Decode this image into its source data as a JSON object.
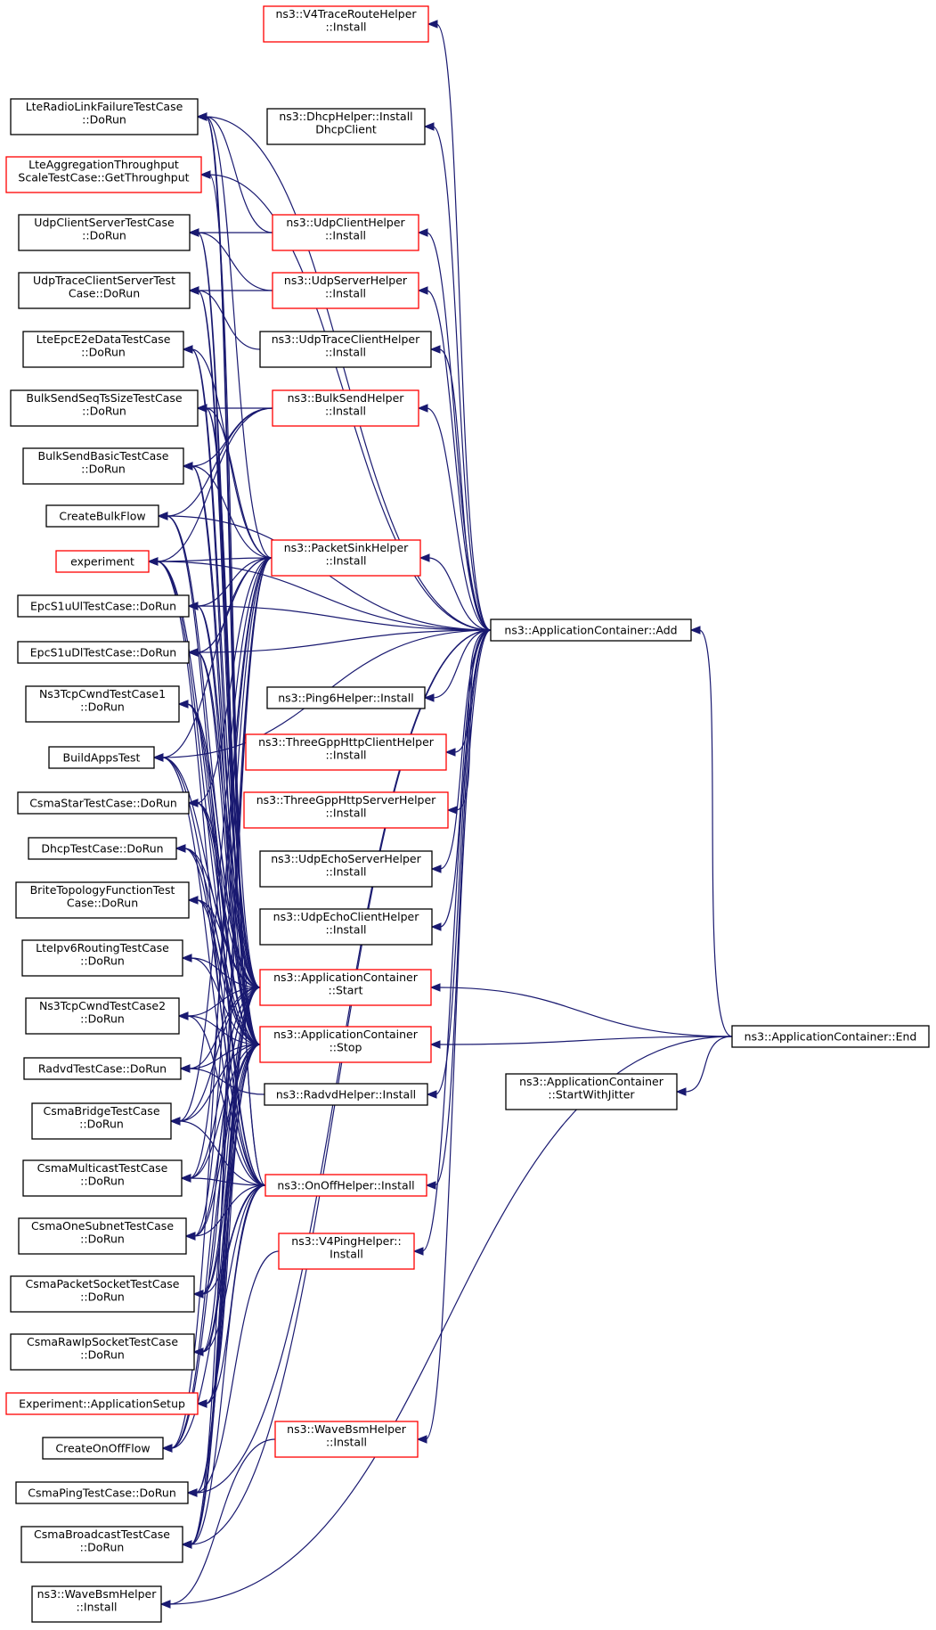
{
  "colors": {
    "edge": "#191970",
    "border_default": "#000000",
    "border_truncated": "#ff0000",
    "target_fill": "#bfbfbf"
  },
  "nodes": [
    {
      "id": "end",
      "label": [
        "ns3::ApplicationContainer::End"
      ],
      "style": "target"
    },
    {
      "id": "add",
      "label": [
        "ns3::ApplicationContainer::Add"
      ],
      "style": "normal"
    },
    {
      "id": "start",
      "label": [
        "ns3::ApplicationContainer",
        "::Start"
      ],
      "style": "red"
    },
    {
      "id": "stop",
      "label": [
        "ns3::ApplicationContainer",
        "::Stop"
      ],
      "style": "red"
    },
    {
      "id": "jitter",
      "label": [
        "ns3::ApplicationContainer",
        "::StartWithJitter"
      ],
      "style": "normal"
    },
    {
      "id": "v4trace",
      "label": [
        "ns3::V4TraceRouteHelper",
        "::Install"
      ],
      "style": "red"
    },
    {
      "id": "dhcph",
      "label": [
        "ns3::DhcpHelper::Install",
        "DhcpClient"
      ],
      "style": "normal"
    },
    {
      "id": "udpclient",
      "label": [
        "ns3::UdpClientHelper",
        "::Install"
      ],
      "style": "red"
    },
    {
      "id": "udpserver",
      "label": [
        "ns3::UdpServerHelper",
        "::Install"
      ],
      "style": "red"
    },
    {
      "id": "udptrace",
      "label": [
        "ns3::UdpTraceClientHelper",
        "::Install"
      ],
      "style": "normal"
    },
    {
      "id": "bulksend",
      "label": [
        "ns3::BulkSendHelper",
        "::Install"
      ],
      "style": "red"
    },
    {
      "id": "packetsink",
      "label": [
        "ns3::PacketSinkHelper",
        "::Install"
      ],
      "style": "red"
    },
    {
      "id": "ping6",
      "label": [
        "ns3::Ping6Helper::Install"
      ],
      "style": "normal"
    },
    {
      "id": "httpclient",
      "label": [
        "ns3::ThreeGppHttpClientHelper",
        "::Install"
      ],
      "style": "red"
    },
    {
      "id": "httpserver",
      "label": [
        "ns3::ThreeGppHttpServerHelper",
        "::Install"
      ],
      "style": "red"
    },
    {
      "id": "echoserver",
      "label": [
        "ns3::UdpEchoServerHelper",
        "::Install"
      ],
      "style": "normal"
    },
    {
      "id": "echoclient",
      "label": [
        "ns3::UdpEchoClientHelper",
        "::Install"
      ],
      "style": "normal"
    },
    {
      "id": "radvd",
      "label": [
        "ns3::RadvdHelper::Install"
      ],
      "style": "normal"
    },
    {
      "id": "onoff",
      "label": [
        "ns3::OnOffHelper::Install"
      ],
      "style": "red"
    },
    {
      "id": "v4ping",
      "label": [
        "ns3::V4PingHelper::",
        "Install"
      ],
      "style": "red"
    },
    {
      "id": "wavebsm1",
      "label": [
        "ns3::WaveBsmHelper",
        "::Install"
      ],
      "style": "red"
    },
    {
      "id": "wavebsm2",
      "label": [
        "ns3::WaveBsmHelper",
        "::Install"
      ],
      "style": "normal"
    },
    {
      "id": "lterlf",
      "label": [
        "LteRadioLinkFailureTestCase",
        "::DoRun"
      ],
      "style": "normal"
    },
    {
      "id": "lteagg",
      "label": [
        "LteAggregationThroughput",
        "ScaleTestCase::GetThroughput"
      ],
      "style": "red"
    },
    {
      "id": "udpcs",
      "label": [
        "UdpClientServerTestCase",
        "::DoRun"
      ],
      "style": "normal"
    },
    {
      "id": "udptcs",
      "label": [
        "UdpTraceClientServerTest",
        "Case::DoRun"
      ],
      "style": "normal"
    },
    {
      "id": "lteepc",
      "label": [
        "LteEpcE2eDataTestCase",
        "::DoRun"
      ],
      "style": "normal"
    },
    {
      "id": "bulkseq",
      "label": [
        "BulkSendSeqTsSizeTestCase",
        "::DoRun"
      ],
      "style": "normal"
    },
    {
      "id": "bulkbasic",
      "label": [
        "BulkSendBasicTestCase",
        "::DoRun"
      ],
      "style": "normal"
    },
    {
      "id": "createbulk",
      "label": [
        "CreateBulkFlow"
      ],
      "style": "normal"
    },
    {
      "id": "experiment",
      "label": [
        "experiment"
      ],
      "style": "red"
    },
    {
      "id": "epcul",
      "label": [
        "EpcS1uUlTestCase::DoRun"
      ],
      "style": "normal"
    },
    {
      "id": "epcdl",
      "label": [
        "EpcS1uDlTestCase::DoRun"
      ],
      "style": "normal"
    },
    {
      "id": "tcp1",
      "label": [
        "Ns3TcpCwndTestCase1",
        "::DoRun"
      ],
      "style": "normal"
    },
    {
      "id": "buildapps",
      "label": [
        "BuildAppsTest"
      ],
      "style": "normal"
    },
    {
      "id": "csmastar",
      "label": [
        "CsmaStarTestCase::DoRun"
      ],
      "style": "normal"
    },
    {
      "id": "dhcptest",
      "label": [
        "DhcpTestCase::DoRun"
      ],
      "style": "normal"
    },
    {
      "id": "brite",
      "label": [
        "BriteTopologyFunctionTest",
        "Case::DoRun"
      ],
      "style": "normal"
    },
    {
      "id": "lteipv6",
      "label": [
        "LteIpv6RoutingTestCase",
        "::DoRun"
      ],
      "style": "normal"
    },
    {
      "id": "tcp2",
      "label": [
        "Ns3TcpCwndTestCase2",
        "::DoRun"
      ],
      "style": "normal"
    },
    {
      "id": "radvdtest",
      "label": [
        "RadvdTestCase::DoRun"
      ],
      "style": "normal"
    },
    {
      "id": "csmabridge",
      "label": [
        "CsmaBridgeTestCase",
        "::DoRun"
      ],
      "style": "normal"
    },
    {
      "id": "csmamulti",
      "label": [
        "CsmaMulticastTestCase",
        "::DoRun"
      ],
      "style": "normal"
    },
    {
      "id": "csmaone",
      "label": [
        "CsmaOneSubnetTestCase",
        "::DoRun"
      ],
      "style": "normal"
    },
    {
      "id": "csmapacket",
      "label": [
        "CsmaPacketSocketTestCase",
        "::DoRun"
      ],
      "style": "normal"
    },
    {
      "id": "csmaraw",
      "label": [
        "CsmaRawIpSocketTestCase",
        "::DoRun"
      ],
      "style": "normal"
    },
    {
      "id": "expapp",
      "label": [
        "Experiment::ApplicationSetup"
      ],
      "style": "red"
    },
    {
      "id": "createonoff",
      "label": [
        "CreateOnOffFlow"
      ],
      "style": "normal"
    },
    {
      "id": "csmaping",
      "label": [
        "CsmaPingTestCase::DoRun"
      ],
      "style": "normal"
    },
    {
      "id": "csmabcast",
      "label": [
        "CsmaBroadcastTestCase",
        "::DoRun"
      ],
      "style": "normal"
    }
  ],
  "edges": [
    [
      "add",
      "end"
    ],
    [
      "start",
      "end"
    ],
    [
      "stop",
      "end"
    ],
    [
      "jitter",
      "end"
    ],
    [
      "wavebsm2",
      "end"
    ],
    [
      "v4trace",
      "add"
    ],
    [
      "lterlf",
      "add"
    ],
    [
      "dhcph",
      "add"
    ],
    [
      "lteagg",
      "add"
    ],
    [
      "udpclient",
      "add"
    ],
    [
      "udpserver",
      "add"
    ],
    [
      "udptrace",
      "add"
    ],
    [
      "bulksend",
      "add"
    ],
    [
      "packetsink",
      "add"
    ],
    [
      "createbulk",
      "add"
    ],
    [
      "experiment",
      "add"
    ],
    [
      "epcul",
      "add"
    ],
    [
      "epcdl",
      "add"
    ],
    [
      "buildapps",
      "add"
    ],
    [
      "ping6",
      "add"
    ],
    [
      "httpclient",
      "add"
    ],
    [
      "httpserver",
      "add"
    ],
    [
      "echoserver",
      "add"
    ],
    [
      "echoclient",
      "add"
    ],
    [
      "radvd",
      "add"
    ],
    [
      "onoff",
      "add"
    ],
    [
      "v4ping",
      "add"
    ],
    [
      "wavebsm1",
      "add"
    ],
    [
      "csmaping",
      "add"
    ],
    [
      "csmabcast",
      "add"
    ],
    [
      "lterlf",
      "udpclient"
    ],
    [
      "udpcs",
      "udpclient"
    ],
    [
      "udpcs",
      "udpserver"
    ],
    [
      "udptcs",
      "udpserver"
    ],
    [
      "udptcs",
      "udptrace"
    ],
    [
      "bulkseq",
      "bulksend"
    ],
    [
      "bulkbasic",
      "bulksend"
    ],
    [
      "experiment",
      "bulksend"
    ],
    [
      "createbulk",
      "bulksend"
    ],
    [
      "lterlf",
      "packetsink"
    ],
    [
      "lteepc",
      "packetsink"
    ],
    [
      "bulkseq",
      "packetsink"
    ],
    [
      "bulkbasic",
      "packetsink"
    ],
    [
      "experiment",
      "packetsink"
    ],
    [
      "epcul",
      "packetsink"
    ],
    [
      "epcdl",
      "packetsink"
    ],
    [
      "buildapps",
      "packetsink"
    ],
    [
      "csmastar",
      "packetsink"
    ],
    [
      "csmabridge",
      "packetsink"
    ],
    [
      "csmamulti",
      "packetsink"
    ],
    [
      "csmaone",
      "packetsink"
    ],
    [
      "csmapacket",
      "packetsink"
    ],
    [
      "csmaraw",
      "packetsink"
    ],
    [
      "csmabcast",
      "packetsink"
    ],
    [
      "createonoff",
      "packetsink"
    ],
    [
      "lterlf",
      "start"
    ],
    [
      "udpcs",
      "start"
    ],
    [
      "udptcs",
      "start"
    ],
    [
      "lteepc",
      "start"
    ],
    [
      "bulkseq",
      "start"
    ],
    [
      "bulkbasic",
      "start"
    ],
    [
      "createbulk",
      "start"
    ],
    [
      "experiment",
      "start"
    ],
    [
      "epcul",
      "start"
    ],
    [
      "epcdl",
      "start"
    ],
    [
      "tcp1",
      "start"
    ],
    [
      "buildapps",
      "start"
    ],
    [
      "csmastar",
      "start"
    ],
    [
      "dhcptest",
      "start"
    ],
    [
      "brite",
      "start"
    ],
    [
      "lteipv6",
      "start"
    ],
    [
      "tcp2",
      "start"
    ],
    [
      "radvdtest",
      "start"
    ],
    [
      "csmabridge",
      "start"
    ],
    [
      "csmamulti",
      "start"
    ],
    [
      "csmaone",
      "start"
    ],
    [
      "csmapacket",
      "start"
    ],
    [
      "csmaraw",
      "start"
    ],
    [
      "expapp",
      "start"
    ],
    [
      "createonoff",
      "start"
    ],
    [
      "csmaping",
      "start"
    ],
    [
      "csmabcast",
      "start"
    ],
    [
      "lterlf",
      "stop"
    ],
    [
      "udpcs",
      "stop"
    ],
    [
      "udptcs",
      "stop"
    ],
    [
      "lteepc",
      "stop"
    ],
    [
      "bulkseq",
      "stop"
    ],
    [
      "bulkbasic",
      "stop"
    ],
    [
      "createbulk",
      "stop"
    ],
    [
      "experiment",
      "stop"
    ],
    [
      "epcul",
      "stop"
    ],
    [
      "epcdl",
      "stop"
    ],
    [
      "tcp1",
      "stop"
    ],
    [
      "buildapps",
      "stop"
    ],
    [
      "csmastar",
      "stop"
    ],
    [
      "dhcptest",
      "stop"
    ],
    [
      "brite",
      "stop"
    ],
    [
      "lteipv6",
      "stop"
    ],
    [
      "tcp2",
      "stop"
    ],
    [
      "radvdtest",
      "stop"
    ],
    [
      "csmabridge",
      "stop"
    ],
    [
      "csmamulti",
      "stop"
    ],
    [
      "csmaone",
      "stop"
    ],
    [
      "csmapacket",
      "stop"
    ],
    [
      "csmaraw",
      "stop"
    ],
    [
      "expapp",
      "stop"
    ],
    [
      "createonoff",
      "stop"
    ],
    [
      "csmaping",
      "stop"
    ],
    [
      "csmabcast",
      "stop"
    ],
    [
      "radvdtest",
      "radvd"
    ],
    [
      "lterlf",
      "onoff"
    ],
    [
      "lteagg",
      "onoff"
    ],
    [
      "experiment",
      "onoff"
    ],
    [
      "buildapps",
      "onoff"
    ],
    [
      "csmastar",
      "onoff"
    ],
    [
      "dhcptest",
      "onoff"
    ],
    [
      "brite",
      "onoff"
    ],
    [
      "tcp1",
      "onoff"
    ],
    [
      "tcp2",
      "onoff"
    ],
    [
      "csmabridge",
      "onoff"
    ],
    [
      "csmamulti",
      "onoff"
    ],
    [
      "csmaone",
      "onoff"
    ],
    [
      "csmapacket",
      "onoff"
    ],
    [
      "csmaraw",
      "onoff"
    ],
    [
      "expapp",
      "onoff"
    ],
    [
      "createonoff",
      "onoff"
    ],
    [
      "csmabcast",
      "onoff"
    ],
    [
      "csmaping",
      "v4ping"
    ],
    [
      "wavebsm2",
      "wavebsm1"
    ]
  ]
}
